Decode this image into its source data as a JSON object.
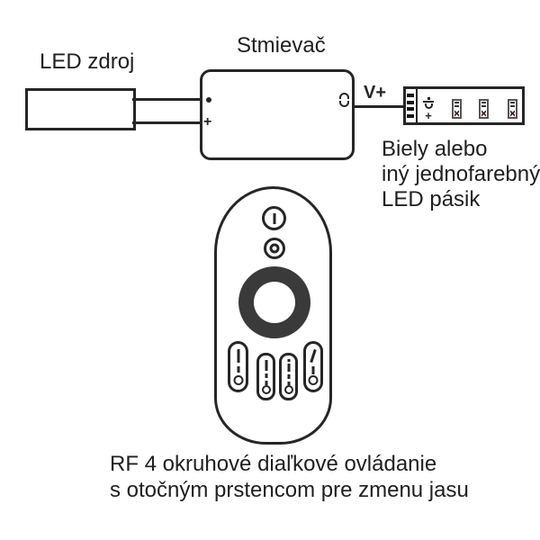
{
  "diagram": {
    "led_source_label": "LED zdroj",
    "dimmer_label": "Stmievač",
    "dimmer_terminal_plus": "+",
    "output_label": "V+",
    "strip_plus": "+",
    "strip_caption_lines": [
      "Biely alebo",
      "iný jednofarebný",
      "LED pásik"
    ],
    "remote_caption_lines": [
      "RF 4 okruhové diaľkové ovládanie",
      "s otočným prstencom pre zmenu jasu"
    ],
    "colors": {
      "stroke": "#262626",
      "rotary_ring_fill": "#3a3a3a",
      "led_chip_accent": "#4a2b2b",
      "background": "#ffffff"
    }
  }
}
